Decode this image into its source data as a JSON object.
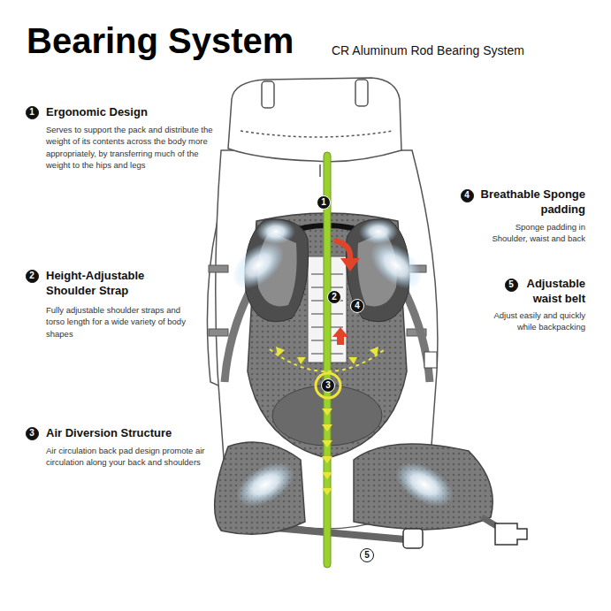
{
  "diagram": {
    "title": "Bearing System",
    "nodes": [
      {
        "text": [
          "1"
        ]
      },
      {
        "text": [
          "2"
        ]
      },
      {
        "text": [
          "3"
        ]
      },
      {
        "text": [
          "4"
        ]
      },
      {
        "text": [
          "5"
        ]
      },
      {
        "text": [
          "1"
        ]
      },
      {
        "text": [
          "2"
        ]
      },
      {
        "text": [
          "3"
        ]
      },
      {
        "text": [
          "4"
        ]
      },
      {
        "text": [
          "5"
        ]
      }
    ],
    "labels": [
      "CR Aluminum Rod Bearing System",
      "Ergonomic Design",
      "Serves to support the pack and distribute the weight of its contents across the body more appropriately, by transferring much of the weight to the hips and legs",
      "Height-Adjustable Shoulder Strap",
      "Fully adjustable shoulder straps and torso length for a wide variety of body shapes",
      "Air Diversion Structure",
      "Air circulation back pad design promote air circulation along your back and shoulders",
      "Breathable Sponge padding",
      "Sponge padding in Shoulder, waist and back",
      "Adjustable waist belt",
      "Adjust easily and quickly while backpacking"
    ]
  }
}
